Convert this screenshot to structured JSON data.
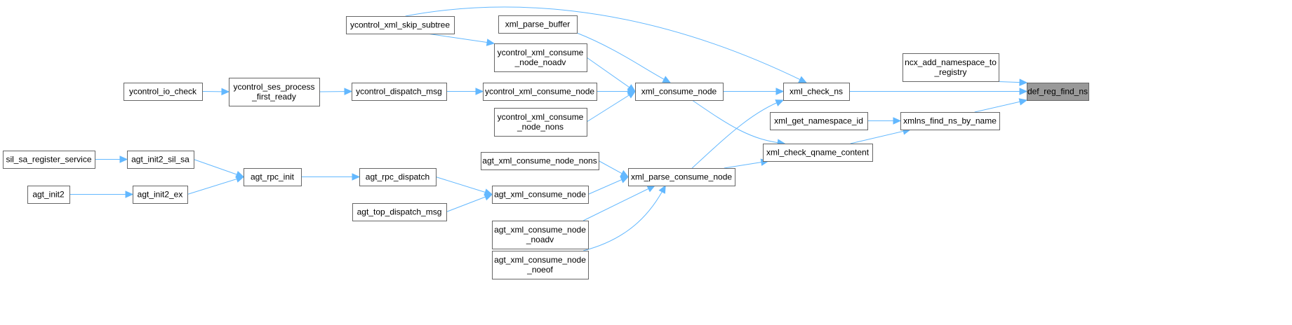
{
  "graph": {
    "title": "def_reg_find_ns caller graph",
    "focus": "def_reg_find_ns",
    "colors": {
      "edge": "#63b8ff",
      "focus_fill": "#999999",
      "node_border": "#666666"
    },
    "nodes": {
      "def_reg_find_ns": [
        "def_reg_find_ns"
      ],
      "ncx_add_namespace_to_registry": [
        "ncx_add_namespace_to",
        "_registry"
      ],
      "xml_check_ns": [
        "xml_check_ns"
      ],
      "xmlns_find_ns_by_name": [
        "xmlns_find_ns_by_name"
      ],
      "xml_get_namespace_id": [
        "xml_get_namespace_id"
      ],
      "xml_check_qname_content": [
        "xml_check_qname_content"
      ],
      "ycontrol_xml_skip_subtree": [
        "ycontrol_xml_skip_subtree"
      ],
      "xml_consume_node": [
        "xml_consume_node"
      ],
      "xml_parse_consume_node": [
        "xml_parse_consume_node"
      ],
      "xml_parse_buffer": [
        "xml_parse_buffer"
      ],
      "ycontrol_xml_consume_node_noadv": [
        "ycontrol_xml_consume",
        "_node_noadv"
      ],
      "ycontrol_xml_consume_node": [
        "ycontrol_xml_consume_node"
      ],
      "ycontrol_xml_consume_node_nons": [
        "ycontrol_xml_consume",
        "_node_nons"
      ],
      "ycontrol_dispatch_msg": [
        "ycontrol_dispatch_msg"
      ],
      "ycontrol_ses_process_first_ready": [
        "ycontrol_ses_process",
        "_first_ready"
      ],
      "ycontrol_io_check": [
        "ycontrol_io_check"
      ],
      "agt_xml_consume_node_nons": [
        "agt_xml_consume_node_nons"
      ],
      "agt_xml_consume_node": [
        "agt_xml_consume_node"
      ],
      "agt_xml_consume_node_noadv": [
        "agt_xml_consume_node",
        "_noadv"
      ],
      "agt_xml_consume_node_noeof": [
        "agt_xml_consume_node",
        "_noeof"
      ],
      "agt_rpc_dispatch": [
        "agt_rpc_dispatch"
      ],
      "agt_top_dispatch_msg": [
        "agt_top_dispatch_msg"
      ],
      "agt_rpc_init": [
        "agt_rpc_init"
      ],
      "agt_init2_sil_sa": [
        "agt_init2_sil_sa"
      ],
      "agt_init2_ex": [
        "agt_init2_ex"
      ],
      "sil_sa_register_service": [
        "sil_sa_register_service"
      ],
      "agt_init2": [
        "agt_init2"
      ]
    },
    "edges": [
      [
        "ncx_add_namespace_to_registry",
        "def_reg_find_ns"
      ],
      [
        "xml_check_ns",
        "def_reg_find_ns"
      ],
      [
        "xmlns_find_ns_by_name",
        "def_reg_find_ns"
      ],
      [
        "xml_get_namespace_id",
        "xmlns_find_ns_by_name"
      ],
      [
        "xml_check_qname_content",
        "xmlns_find_ns_by_name"
      ],
      [
        "ycontrol_xml_skip_subtree",
        "xml_check_ns"
      ],
      [
        "xml_consume_node",
        "xml_check_ns"
      ],
      [
        "xml_parse_consume_node",
        "xml_check_ns"
      ],
      [
        "xml_consume_node",
        "xml_check_qname_content"
      ],
      [
        "xml_parse_consume_node",
        "xml_check_qname_content"
      ],
      [
        "xml_parse_buffer",
        "xml_consume_node"
      ],
      [
        "ycontrol_xml_consume_node_noadv",
        "xml_consume_node"
      ],
      [
        "ycontrol_xml_consume_node",
        "xml_consume_node"
      ],
      [
        "ycontrol_xml_consume_node_nons",
        "xml_consume_node"
      ],
      [
        "ycontrol_xml_skip_subtree",
        "ycontrol_xml_consume_node_noadv"
      ],
      [
        "ycontrol_dispatch_msg",
        "ycontrol_xml_consume_node"
      ],
      [
        "ycontrol_ses_process_first_ready",
        "ycontrol_dispatch_msg"
      ],
      [
        "ycontrol_io_check",
        "ycontrol_ses_process_first_ready"
      ],
      [
        "agt_xml_consume_node_nons",
        "xml_parse_consume_node"
      ],
      [
        "agt_xml_consume_node",
        "xml_parse_consume_node"
      ],
      [
        "agt_xml_consume_node_noadv",
        "xml_parse_consume_node"
      ],
      [
        "agt_xml_consume_node_noeof",
        "xml_parse_consume_node"
      ],
      [
        "agt_rpc_dispatch",
        "agt_xml_consume_node"
      ],
      [
        "agt_top_dispatch_msg",
        "agt_xml_consume_node"
      ],
      [
        "agt_rpc_init",
        "agt_rpc_dispatch"
      ],
      [
        "agt_init2_sil_sa",
        "agt_rpc_init"
      ],
      [
        "agt_init2_ex",
        "agt_rpc_init"
      ],
      [
        "sil_sa_register_service",
        "agt_init2_sil_sa"
      ],
      [
        "agt_init2",
        "agt_init2_ex"
      ]
    ]
  }
}
